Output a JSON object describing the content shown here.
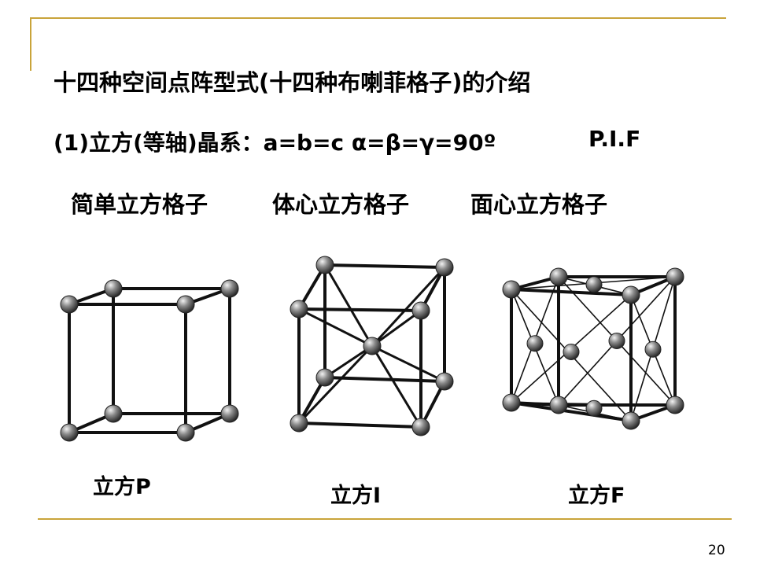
{
  "slide": {
    "title": "十四种空间点阵型式(十四种布喇菲格子)的介绍",
    "subtitle": "(1)立方(等轴)晶系：a=b=c  α=β=γ=90º",
    "centering": "P.I.F",
    "page_number": "20",
    "accent_color": "#c9a43a"
  },
  "lattices": [
    {
      "name": "简单立方格子",
      "label": "立方P"
    },
    {
      "name": "体心立方格子",
      "label": "立方I"
    },
    {
      "name": "面心立方格子",
      "label": "立方F"
    }
  ]
}
